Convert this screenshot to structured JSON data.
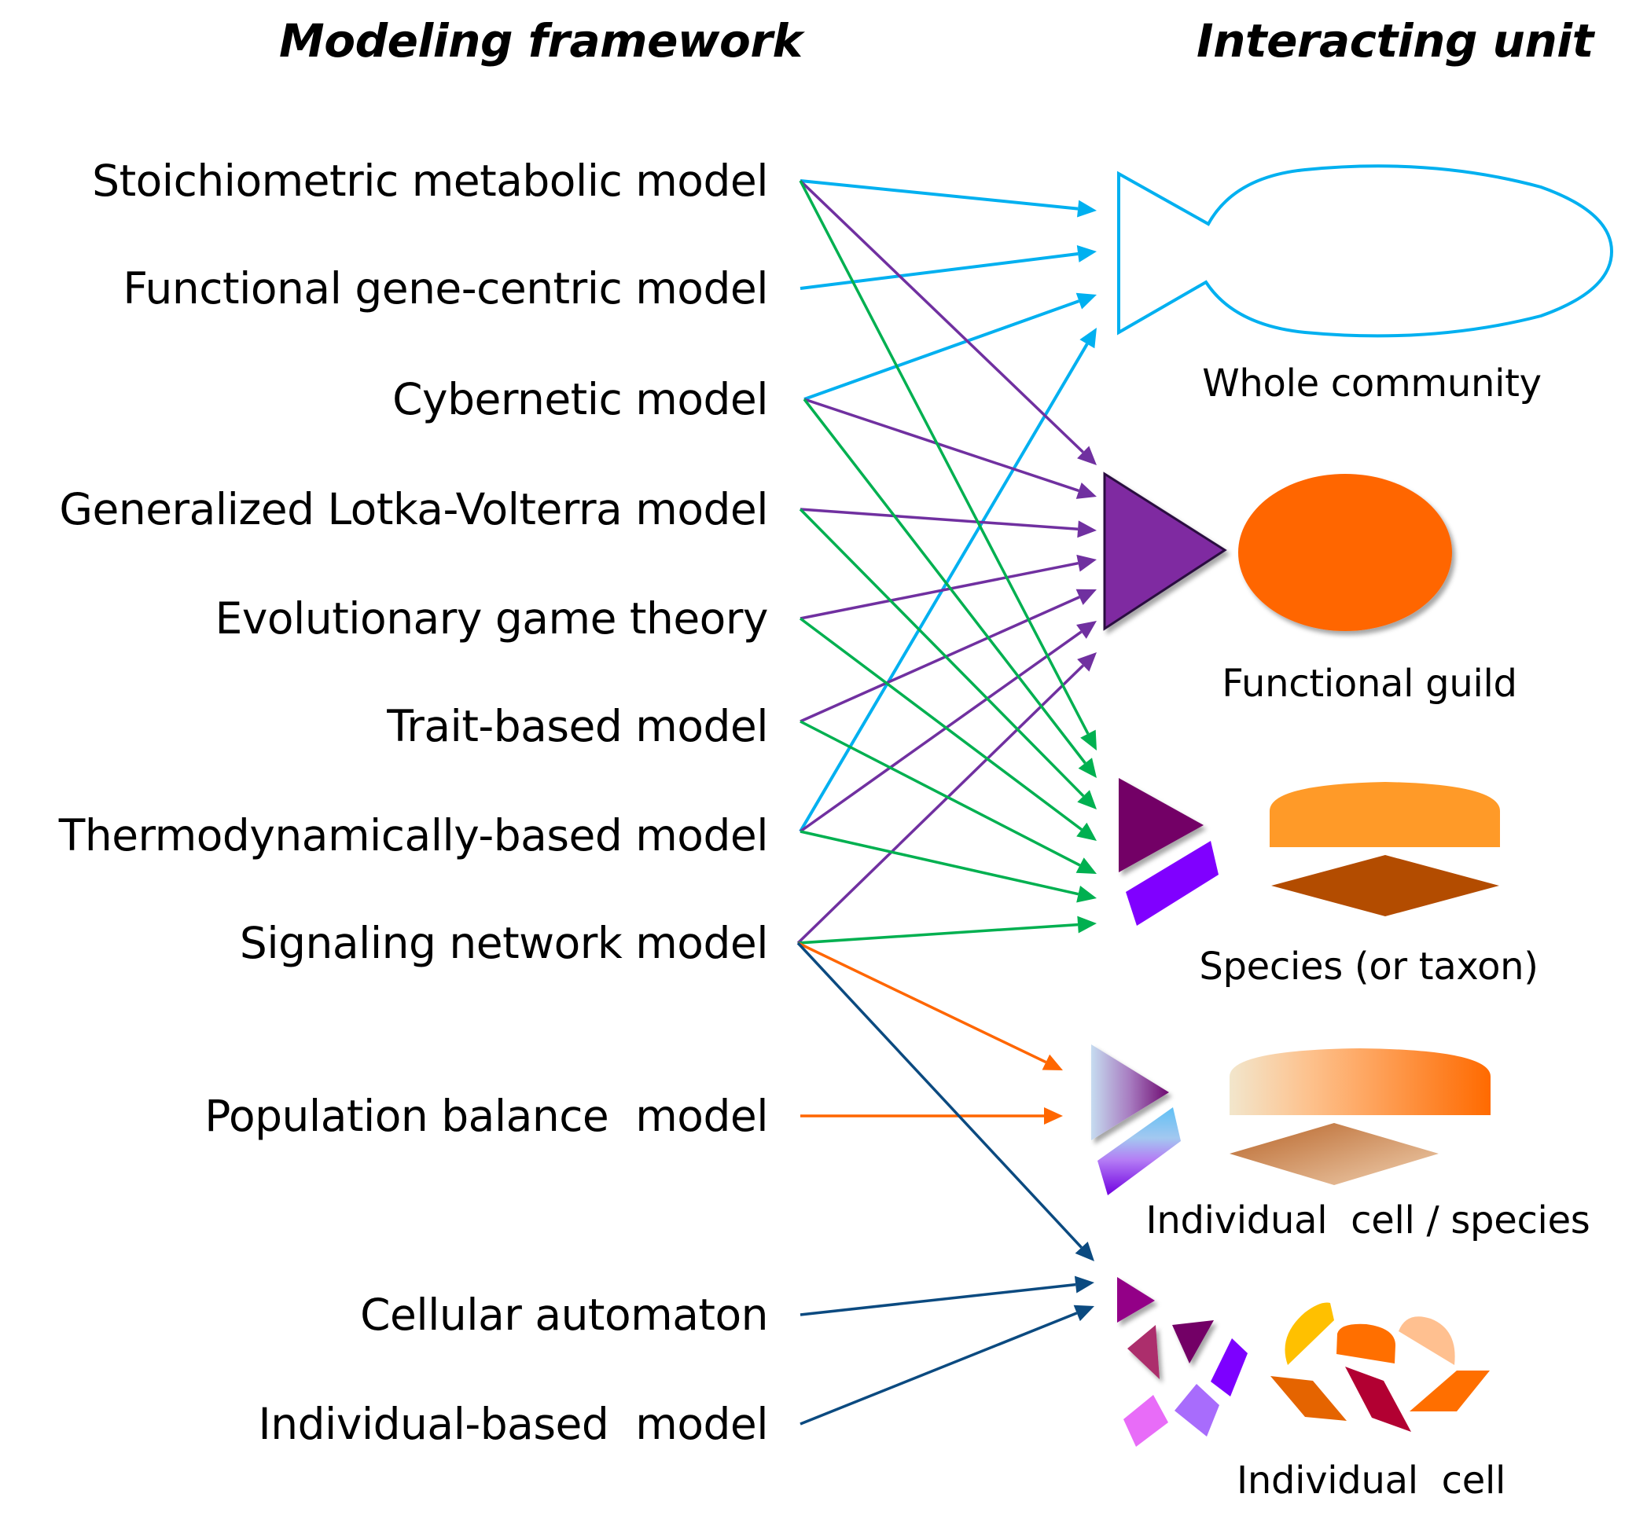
{
  "headers": {
    "left": "Modeling framework",
    "right": "Interacting unit"
  },
  "colors": {
    "cyan": "#00b0f0",
    "purple": "#7030a0",
    "green": "#00b050",
    "orange": "#ff6600",
    "navy": "#0b4a80"
  },
  "models": [
    {
      "id": "stoichiometric",
      "label": "Stoichiometric metabolic model"
    },
    {
      "id": "gene-centric",
      "label": "Functional gene-centric model"
    },
    {
      "id": "cybernetic",
      "label": "Cybernetic model"
    },
    {
      "id": "lotka-volterra",
      "label": "Generalized Lotka-Volterra model"
    },
    {
      "id": "evo-game",
      "label": "Evolutionary game theory"
    },
    {
      "id": "trait-based",
      "label": "Trait-based model"
    },
    {
      "id": "thermodynamic",
      "label": "Thermodynamically-based model"
    },
    {
      "id": "signaling",
      "label": "Signaling network model"
    },
    {
      "id": "population-balance",
      "label": "Population balance  model"
    },
    {
      "id": "cellular-automaton",
      "label": "Cellular automaton"
    },
    {
      "id": "individual-based",
      "label": "Individual-based  model"
    }
  ],
  "units": [
    {
      "id": "whole-community",
      "label": "Whole community",
      "icon": "fish-outline-icon"
    },
    {
      "id": "functional-guild",
      "label": "Functional guild",
      "icon": "triangle-ellipse-icon"
    },
    {
      "id": "species",
      "label": "Species (or taxon)",
      "icon": "species-shapes-icon"
    },
    {
      "id": "individual-cell-species",
      "label": "Individual  cell / species",
      "icon": "gradient-shapes-icon"
    },
    {
      "id": "individual-cell",
      "label": "Individual  cell",
      "icon": "cell-fragments-icon"
    }
  ],
  "connections": [
    {
      "from": "stoichiometric",
      "to": "whole-community",
      "color": "cyan"
    },
    {
      "from": "gene-centric",
      "to": "whole-community",
      "color": "cyan"
    },
    {
      "from": "cybernetic",
      "to": "whole-community",
      "color": "cyan"
    },
    {
      "from": "thermodynamic",
      "to": "whole-community",
      "color": "cyan"
    },
    {
      "from": "stoichiometric",
      "to": "functional-guild",
      "color": "purple"
    },
    {
      "from": "cybernetic",
      "to": "functional-guild",
      "color": "purple"
    },
    {
      "from": "lotka-volterra",
      "to": "functional-guild",
      "color": "purple"
    },
    {
      "from": "evo-game",
      "to": "functional-guild",
      "color": "purple"
    },
    {
      "from": "trait-based",
      "to": "functional-guild",
      "color": "purple"
    },
    {
      "from": "thermodynamic",
      "to": "functional-guild",
      "color": "purple"
    },
    {
      "from": "signaling",
      "to": "functional-guild",
      "color": "purple"
    },
    {
      "from": "stoichiometric",
      "to": "species",
      "color": "green"
    },
    {
      "from": "cybernetic",
      "to": "species",
      "color": "green"
    },
    {
      "from": "lotka-volterra",
      "to": "species",
      "color": "green"
    },
    {
      "from": "evo-game",
      "to": "species",
      "color": "green"
    },
    {
      "from": "trait-based",
      "to": "species",
      "color": "green"
    },
    {
      "from": "thermodynamic",
      "to": "species",
      "color": "green"
    },
    {
      "from": "signaling",
      "to": "species",
      "color": "green"
    },
    {
      "from": "signaling",
      "to": "individual-cell-species",
      "color": "orange"
    },
    {
      "from": "population-balance",
      "to": "individual-cell-species",
      "color": "orange"
    },
    {
      "from": "signaling",
      "to": "individual-cell",
      "color": "navy"
    },
    {
      "from": "cellular-automaton",
      "to": "individual-cell",
      "color": "navy"
    },
    {
      "from": "individual-based",
      "to": "individual-cell",
      "color": "navy"
    }
  ]
}
